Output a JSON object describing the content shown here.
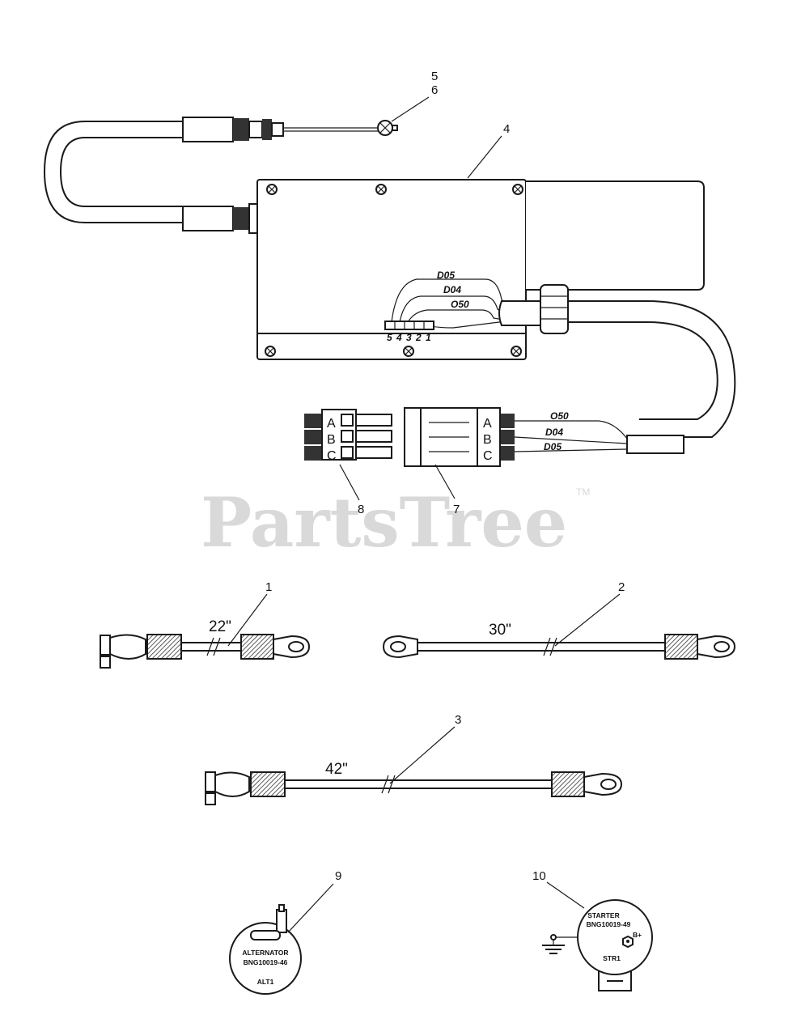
{
  "watermark": {
    "text": "PartsTree",
    "tm": "TM"
  },
  "callouts": {
    "c1": "1",
    "c2": "2",
    "c3": "3",
    "c4": "4",
    "c5": "5",
    "c6": "6",
    "c7": "7",
    "c8": "8",
    "c9": "9",
    "c10": "10"
  },
  "wires": {
    "d05": "D05",
    "d04": "D04",
    "o50": "O50"
  },
  "terminals": {
    "t5": "5",
    "t4": "4",
    "t3": "3",
    "t2": "2",
    "t1": "1"
  },
  "connector_letters": {
    "a": "A",
    "b": "B",
    "c": "C"
  },
  "cables": {
    "len_1": "22\"",
    "len_2": "30\"",
    "len_3": "42\""
  },
  "alternator": {
    "name": "ALTERNATOR",
    "part": "BNG10019-46",
    "tag": "ALT1"
  },
  "starter": {
    "name": "STARTER",
    "part": "BNG10019-49",
    "terminal": "B+",
    "tag": "STR1"
  }
}
